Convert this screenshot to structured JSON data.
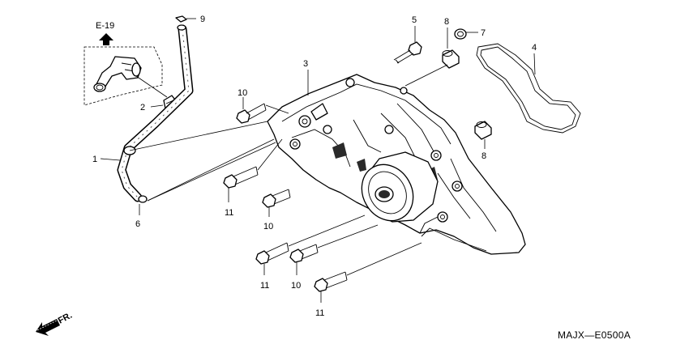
{
  "callouts": {
    "c1": "1",
    "c2": "2",
    "c3": "3",
    "c4": "4",
    "c5": "5",
    "c6": "6",
    "c7": "7",
    "c8a": "8",
    "c8b": "8",
    "c9": "9",
    "c10a": "10",
    "c10b": "10",
    "c10c": "10",
    "c11a": "11",
    "c11b": "11",
    "c11c": "11"
  },
  "reference": {
    "ref": "E-19"
  },
  "front": {
    "label": "FR."
  },
  "diagram_code": "MAJX—E0500A"
}
